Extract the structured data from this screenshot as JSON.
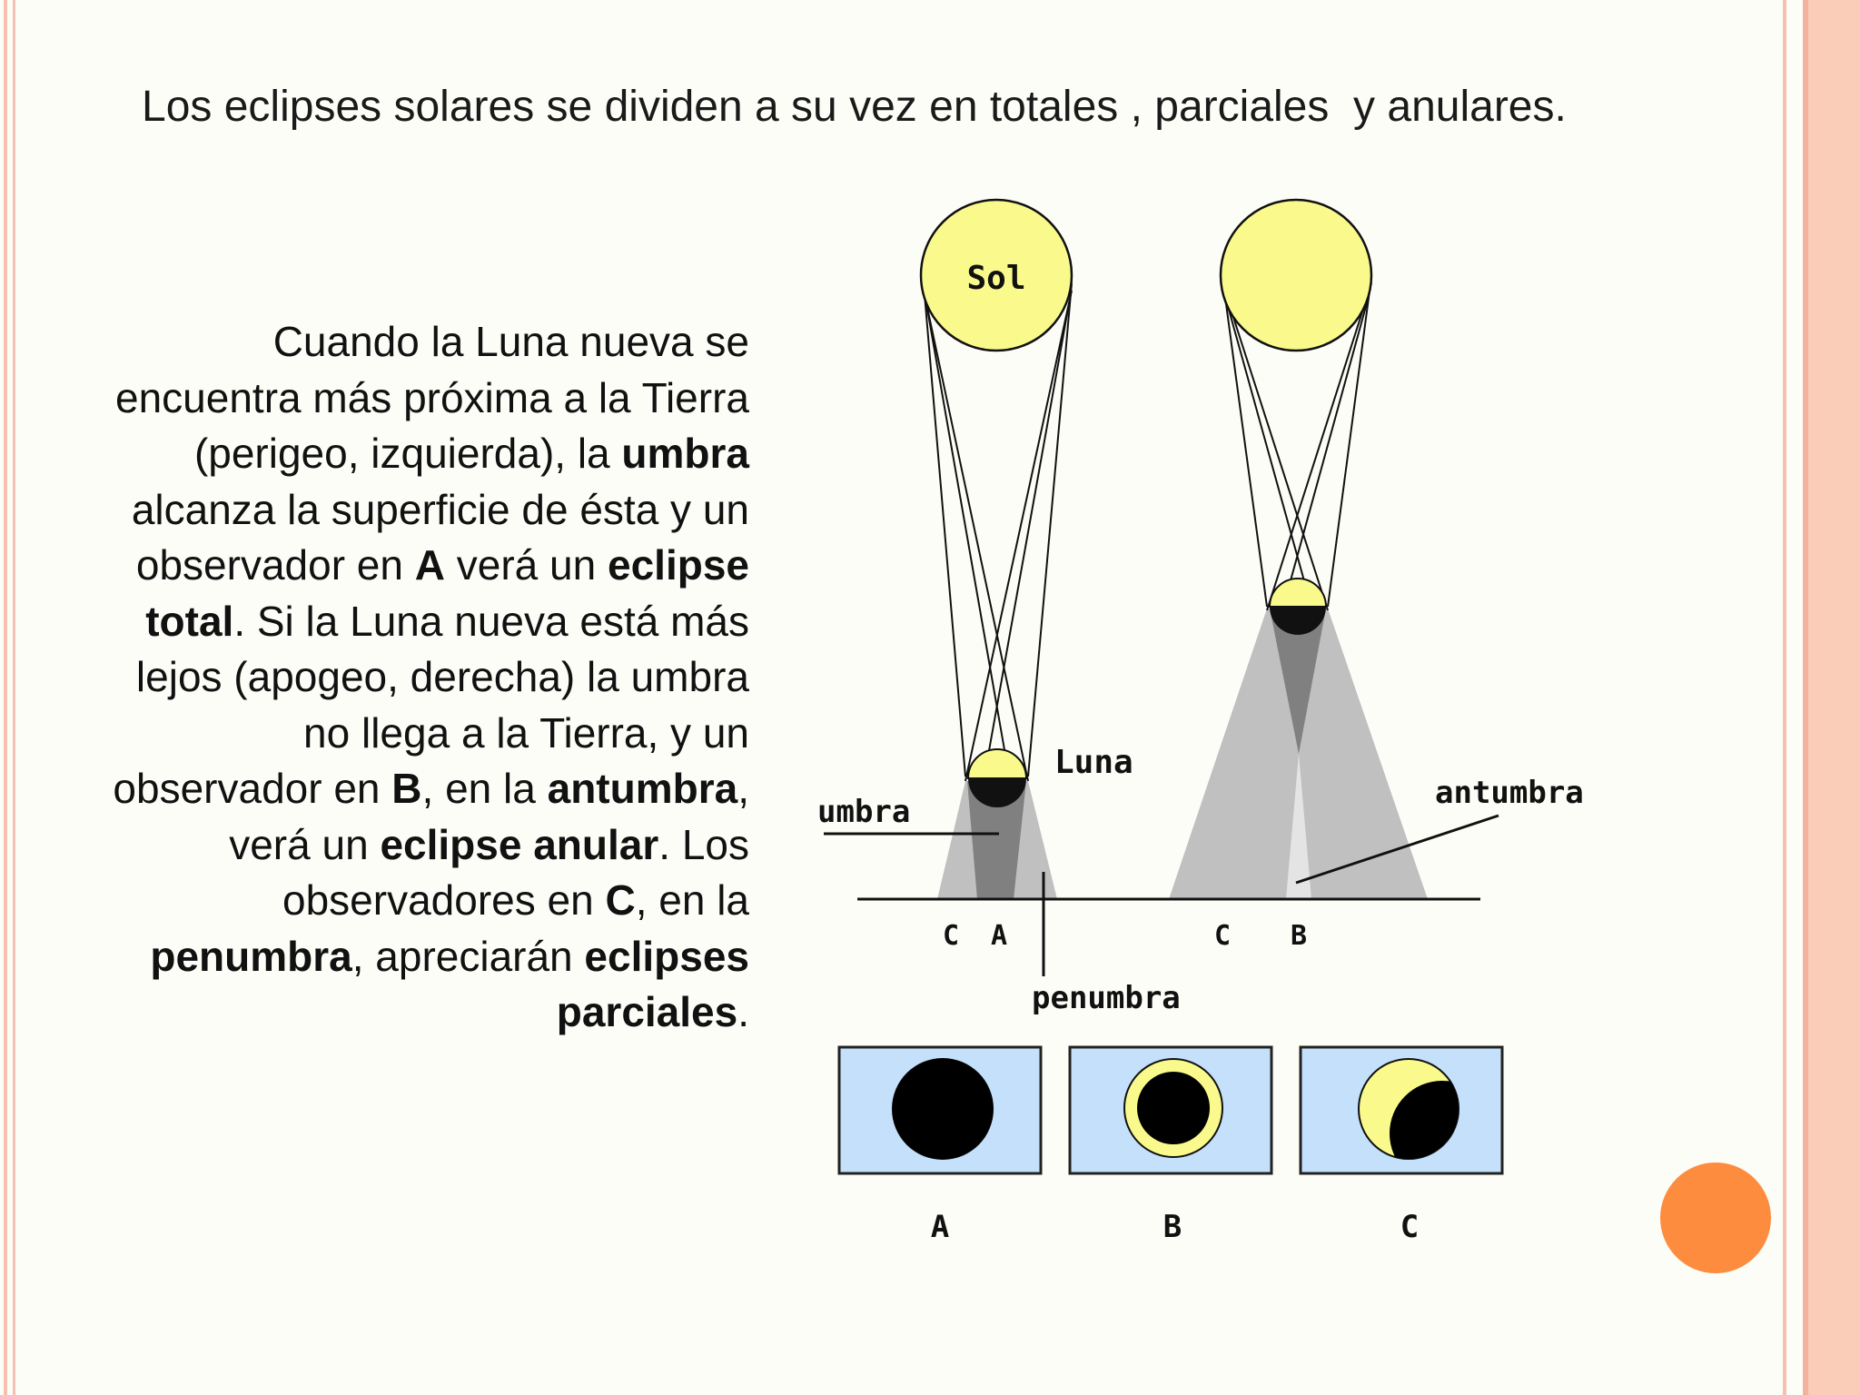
{
  "slide": {
    "headline": "Los eclipses solares se dividen a su vez en totales , parciales  y anulares.",
    "accent_color": "#fe8c3e",
    "border_color": "#f5c0ae"
  },
  "body": {
    "s1": "Cuando la Luna nueva se encuentra más próxima a la Tierra (perigeo, izquierda), la ",
    "b1": "umbra",
    "s2": " alcanza la superficie de ésta y un observador en ",
    "b2": "A",
    "s3": " verá un ",
    "b3": "eclipse total",
    "s4": ". Si la Luna nueva está más lejos (apogeo, derecha) la umbra no llega a la Tierra, y un observador en ",
    "b4": "B",
    "s5": ", en la ",
    "b5": "antumbra",
    "s6": ", verá un ",
    "b6": "eclipse anular",
    "s7": ". Los observadores en ",
    "b7": "C",
    "s8": ", en la ",
    "b8": "penumbra",
    "s9": ", apreciarán ",
    "b9": "eclipses parciales",
    "s10": "."
  },
  "diagram": {
    "sun_label": "Sol",
    "moon_label": "Luna",
    "umbra_label": "umbra",
    "antumbra_label": "antumbra",
    "penumbra_label": "penumbra",
    "left_ground_c": "C",
    "left_ground_a": "A",
    "right_ground_c": "C",
    "right_ground_b": "B",
    "panel_a_label": "A",
    "panel_b_label": "B",
    "panel_c_label": "C",
    "colors": {
      "sun": "#fafa8c",
      "sky_panel": "#c4e0fa",
      "penumbra_shadow": "#c0c0c0",
      "umbra_shadow": "#808080"
    }
  }
}
